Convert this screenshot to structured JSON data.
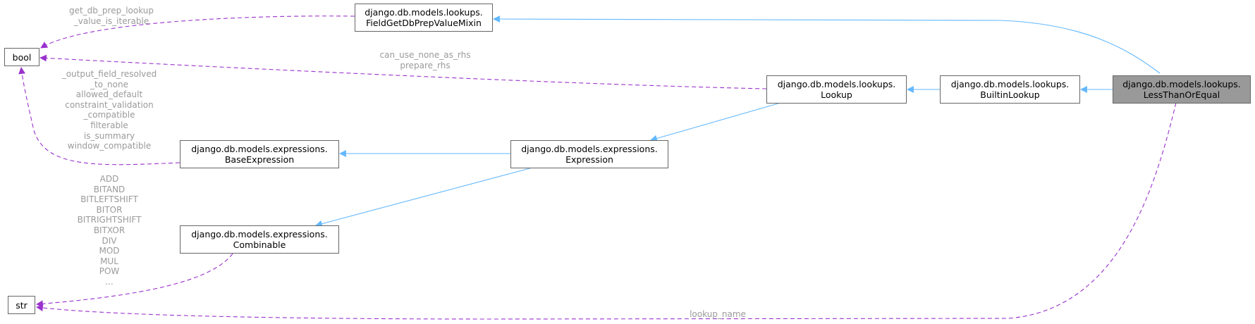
{
  "nodes": {
    "less_than_or_equal": {
      "line1": "django.db.models.lookups.",
      "line2": "LessThanOrEqual"
    },
    "builtin_lookup": {
      "line1": "django.db.models.lookups.",
      "line2": "BuiltinLookup"
    },
    "lookup": {
      "line1": "django.db.models.lookups.",
      "line2": "Lookup"
    },
    "field_get_db_prep_value_mixin": {
      "line1": "django.db.models.lookups.",
      "line2": "FieldGetDbPrepValueMixin"
    },
    "expression": {
      "line1": "django.db.models.expressions.",
      "line2": "Expression"
    },
    "base_expression": {
      "line1": "django.db.models.expressions.",
      "line2": "BaseExpression"
    },
    "combinable": {
      "line1": "django.db.models.expressions.",
      "line2": "Combinable"
    },
    "bool": {
      "line1": "bool"
    },
    "str": {
      "line1": "str"
    }
  },
  "edge_labels": {
    "get_db_prep": [
      "get_db_prep_lookup",
      "_value_is_iterable"
    ],
    "can_use_none": [
      "can_use_none_as_rhs",
      "prepare_rhs"
    ],
    "base_expr_bool": [
      "_output_field_resolved",
      "_to_none",
      "allowed_default",
      "constraint_validation",
      "_compatible",
      "filterable",
      "is_summary",
      "window_compatible"
    ],
    "combinable_str": [
      "ADD",
      "BITAND",
      "BITLEFTSHIFT",
      "BITOR",
      "BITRIGHTSHIFT",
      "BITXOR",
      "DIV",
      "MOD",
      "MUL",
      "POW",
      "..."
    ],
    "lookup_name": [
      "lookup_name"
    ]
  },
  "colors": {
    "inheritance": "#63b8ff",
    "usage": "#9a32cd",
    "label": "#9a9a9a",
    "focus_fill": "#999999",
    "border": "#666666"
  }
}
